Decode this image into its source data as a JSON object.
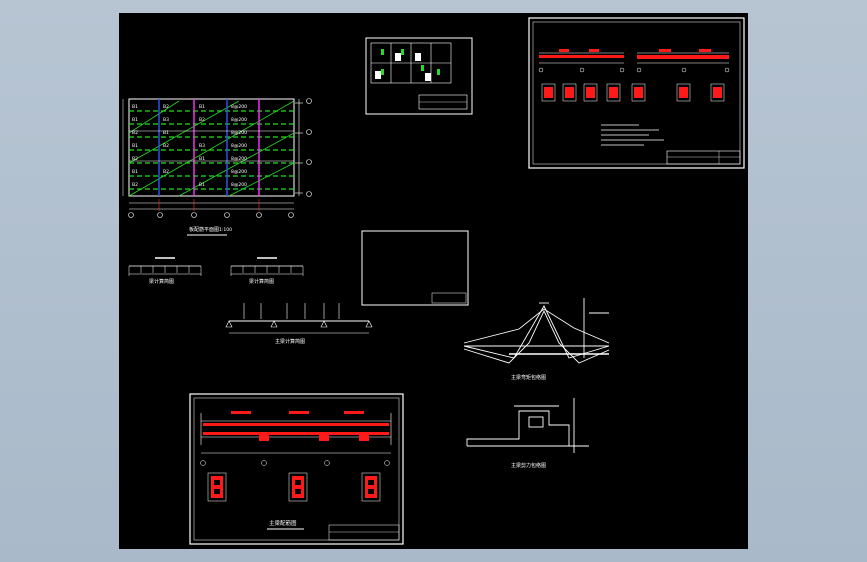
{
  "viewer": {
    "background_color": "#b0c0d0",
    "canvas_color": "#000000",
    "line_color": "#ffffff",
    "accent_colors": {
      "rebar_red": "#ff1a1a",
      "grid_green": "#22dd22",
      "axis_blue": "#3355ff",
      "axis_magenta": "#ff33ff"
    }
  },
  "drawings": {
    "floor_plan": {
      "title": "板配筋平面图",
      "scale": "1:100"
    },
    "beam_small_a": {
      "label": "梁计算简图"
    },
    "beam_small_b": {
      "label": "梁计算简图"
    },
    "beam_main": {
      "label": "主梁计算简图"
    },
    "moment_diagram": {
      "label": "主梁弯矩包络图"
    },
    "shear_diagram": {
      "label": "主梁剪力包络图"
    },
    "beam_reinforcement": {
      "title": "主梁配筋图"
    }
  }
}
